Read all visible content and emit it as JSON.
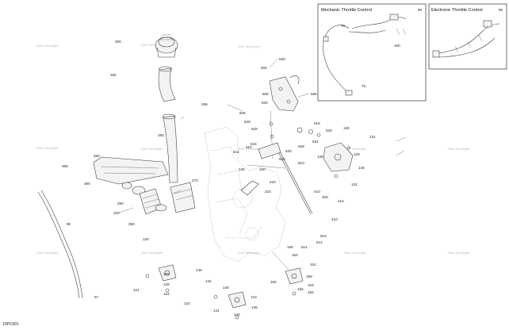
{
  "figure_code": "10PC001",
  "insets": {
    "mechanic": {
      "title": "Mechanic Throttle Control",
      "code": "90",
      "callouts": [
        "70",
        "100",
        "75"
      ]
    },
    "electronic": {
      "title": "Electronic Throttle Control",
      "code": "90"
    }
  },
  "watermark": "Sheet Technologies",
  "callouts": [
    "300",
    "292",
    "296",
    "280",
    "270",
    "260",
    "250",
    "340",
    "350",
    "365",
    "360",
    "90",
    "57",
    "230",
    "220",
    "210",
    "240",
    "630",
    "600",
    "620",
    "605",
    "655",
    "625",
    "629",
    "628",
    "514",
    "516",
    "515",
    "510",
    "520",
    "525",
    "526",
    "531",
    "528",
    "516",
    "410",
    "400",
    "416",
    "130",
    "131",
    "135",
    "136",
    "133",
    "132",
    "410",
    "516",
    "512",
    "120",
    "125",
    "126",
    "123",
    "121",
    "122",
    "146",
    "144",
    "140",
    "143",
    "145",
    "141",
    "142",
    "166",
    "514",
    "154",
    "151",
    "150",
    "158",
    "155",
    "152",
    "153"
  ]
}
